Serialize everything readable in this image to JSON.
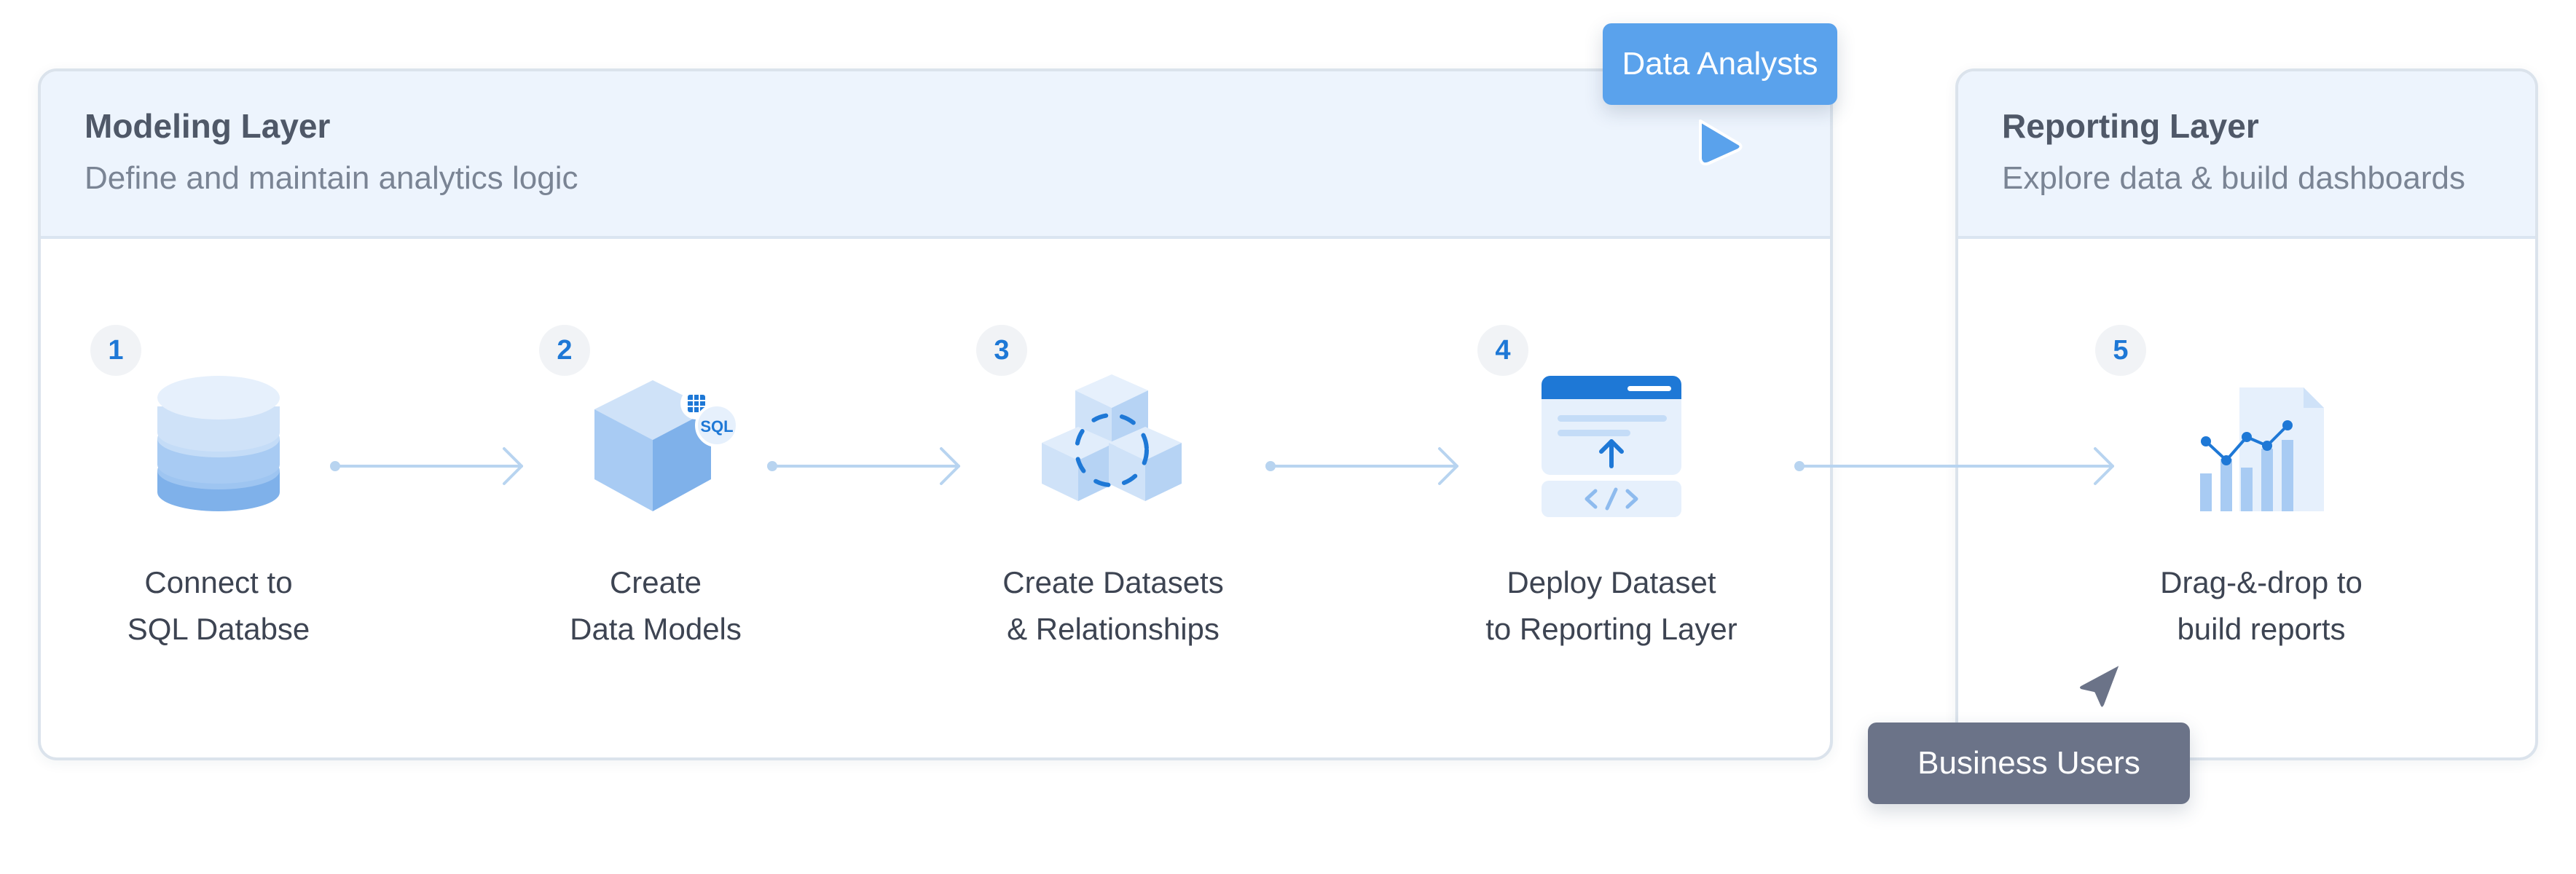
{
  "modeling_layer": {
    "title": "Modeling Layer",
    "subtitle": "Define and maintain analytics logic"
  },
  "reporting_layer": {
    "title": "Reporting Layer",
    "subtitle": "Explore data & build dashboards"
  },
  "steps": [
    {
      "number": "1",
      "line1": "Connect to",
      "line2": "SQL Databse",
      "icon": "database-icon"
    },
    {
      "number": "2",
      "line1": "Create",
      "line2": "Data Models",
      "icon": "sql-cube-icon"
    },
    {
      "number": "3",
      "line1": "Create Datasets",
      "line2": "& Relationships",
      "icon": "linked-cubes-icon"
    },
    {
      "number": "4",
      "line1": "Deploy Dataset",
      "line2": "to Reporting Layer",
      "icon": "deploy-window-icon"
    },
    {
      "number": "5",
      "line1": "Drag-&-drop to",
      "line2": "build reports",
      "icon": "report-chart-icon"
    }
  ],
  "sql_badge": "SQL",
  "roles": {
    "analysts": "Data Analysts",
    "business": "Business Users"
  },
  "colors": {
    "accent_blue": "#1e78d6",
    "analysts_tag": "#5aa2ec",
    "business_tag": "#6b7388",
    "header_bg": "#edf4fd",
    "connector": "#b8d4f0"
  }
}
